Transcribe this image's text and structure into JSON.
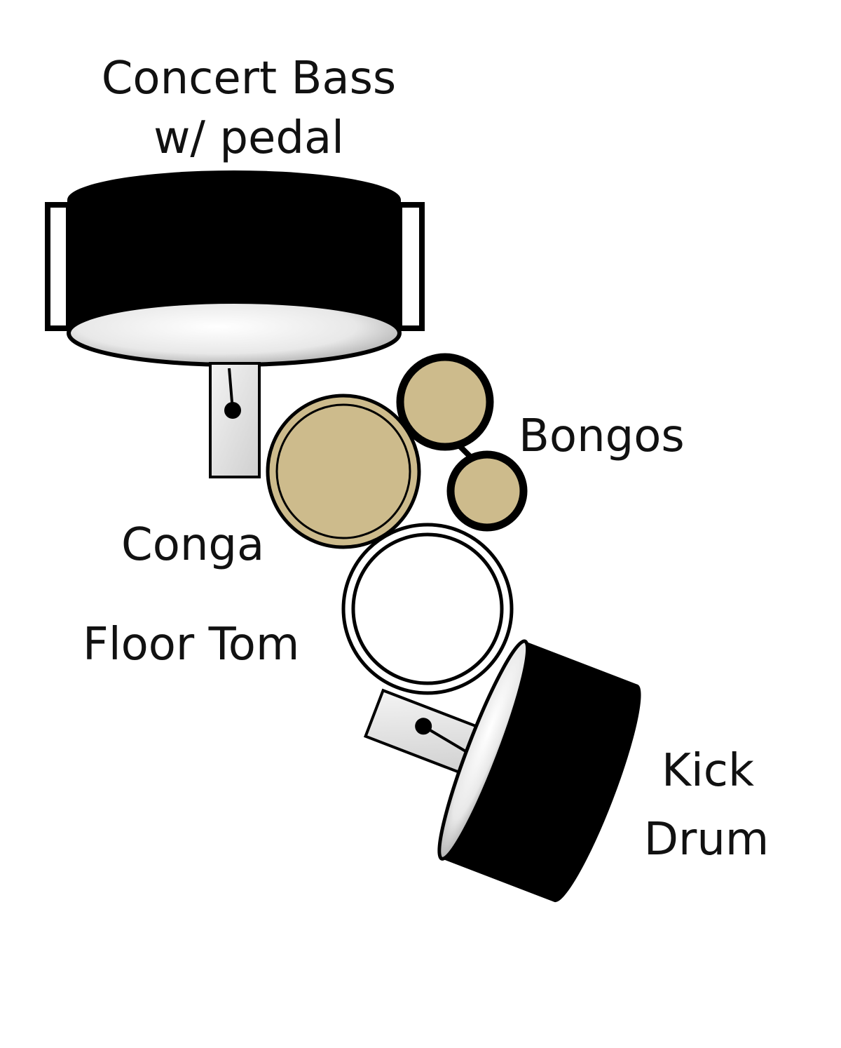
{
  "labels": {
    "concert_bass_line1": "Concert Bass",
    "concert_bass_line2": "w/ pedal",
    "bongos": "Bongos",
    "conga": "Conga",
    "floor_tom": "Floor Tom",
    "kick_line1": "Kick",
    "kick_line2": "Drum"
  },
  "colors": {
    "shell": "#000000",
    "hand_drum_head": "#cdbb8c",
    "tom_head": "#ffffff",
    "pedal": "#e6e6e6"
  }
}
